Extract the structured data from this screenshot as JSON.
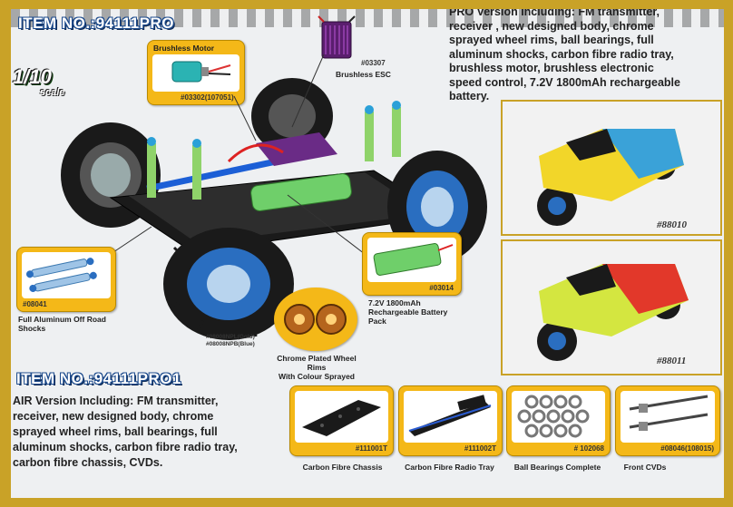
{
  "top_item": {
    "title": "ITEM NO.:94111PRO",
    "description_lines": [
      "PRO Version Including: FM transmitter,",
      "receiver , new designed body, chrome",
      "sprayed wheel rims, ball bearings, full",
      "aluminum shocks, carbon fibre radio tray,",
      "brushless motor, brushless electronic",
      "speed control, 7.2V 1800mAh rechargeable",
      "battery."
    ]
  },
  "bottom_item": {
    "title": "ITEM NO.:94111PRO1",
    "description_lines": [
      "AIR Version Including: FM transmitter,",
      "receiver, new designed body, chrome",
      "sprayed wheel rims, ball bearings, full",
      "aluminum shocks, carbon fibre radio tray,",
      "carbon fibre chassis, CVDs."
    ]
  },
  "scale": {
    "fraction": "1/10",
    "word": "scale"
  },
  "parts": {
    "motor": {
      "label": "Brushless Motor",
      "code": "#03302(107051)"
    },
    "esc": {
      "label": "Brushless ESC",
      "code": "#03307"
    },
    "battery": {
      "code": "#03014",
      "label_lines": [
        "7.2V 1800mAh",
        "Rechargeable Battery",
        "Pack"
      ]
    },
    "shocks": {
      "code": "#08041",
      "label_lines": [
        "Full Aluminum Off Road",
        "Shocks"
      ]
    },
    "rims": {
      "code_lines": [
        "#08008NPL(Gold)",
        "#08008NPB(Blue)"
      ],
      "label_lines": [
        "Chrome Plated Wheel Rims",
        "With Colour Sprayed"
      ]
    }
  },
  "photos": [
    {
      "code": "#88010"
    },
    {
      "code": "#88011"
    }
  ],
  "accessories": [
    {
      "code": "#111001T",
      "label": "Carbon Fibre Chassis"
    },
    {
      "code": "#111002T",
      "label": "Carbon Fibre Radio Tray"
    },
    {
      "code": "# 102068",
      "label": "Ball Bearings Complete"
    },
    {
      "code": "#08046(108015)",
      "label": "Front CVDs"
    }
  ],
  "colors": {
    "frame": "#c9a227",
    "box": "#f4b818",
    "title_outline": "#1c4a8c"
  }
}
